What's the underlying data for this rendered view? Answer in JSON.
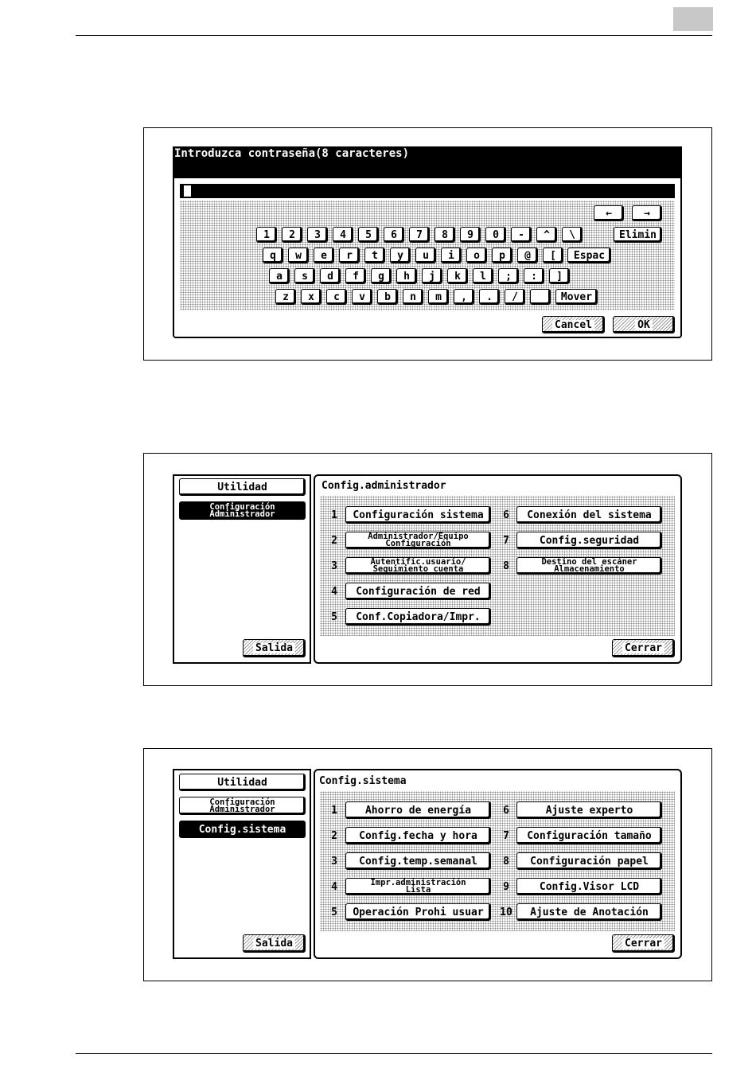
{
  "keyboard_screen": {
    "title": "Introduzca contraseña(8 caracteres)",
    "cursor_left": "←",
    "cursor_right": "→",
    "row1": [
      "1",
      "2",
      "3",
      "4",
      "5",
      "6",
      "7",
      "8",
      "9",
      "0",
      "-",
      "^",
      "\\"
    ],
    "row2": [
      "q",
      "w",
      "e",
      "r",
      "t",
      "y",
      "u",
      "i",
      "o",
      "p",
      "@",
      "["
    ],
    "row3": [
      "a",
      "s",
      "d",
      "f",
      "g",
      "h",
      "j",
      "k",
      "l",
      ";",
      ":",
      "]"
    ],
    "row4": [
      "z",
      "x",
      "c",
      "v",
      "b",
      "n",
      "m",
      ",",
      ".",
      "/",
      ""
    ],
    "delete_label": "Elimin",
    "space_label": "Espac",
    "shift_label": "Mover",
    "cancel_label": "Cancel",
    "ok_label": "OK"
  },
  "admin_screen": {
    "side_top": "Utilidad",
    "side_selected_line1": "Configuración",
    "side_selected_line2": "Administrador",
    "exit_label": "Salida",
    "title": "Config.administrador",
    "close_label": "Cerrar",
    "items": [
      {
        "num": "1",
        "line1": "Configuración sistema",
        "line2": ""
      },
      {
        "num": "2",
        "line1": "Administrador/Equipo",
        "line2": "Configuración"
      },
      {
        "num": "3",
        "line1": "Autentific.usuario/",
        "line2": "Seguimiento cuenta"
      },
      {
        "num": "4",
        "line1": "Configuración de red",
        "line2": ""
      },
      {
        "num": "5",
        "line1": "Conf.Copiadora/Impr.",
        "line2": ""
      },
      {
        "num": "6",
        "line1": "Conexión del sistema",
        "line2": ""
      },
      {
        "num": "7",
        "line1": "Config.seguridad",
        "line2": ""
      },
      {
        "num": "8",
        "line1": "Destino del escáner",
        "line2": "Almacenamiento"
      }
    ]
  },
  "system_screen": {
    "side_top": "Utilidad",
    "side_mid_line1": "Configuración",
    "side_mid_line2": "Administrador",
    "side_selected": "Config.sistema",
    "exit_label": "Salida",
    "title": "Config.sistema",
    "close_label": "Cerrar",
    "items": [
      {
        "num": "1",
        "line1": "Ahorro de energía",
        "line2": ""
      },
      {
        "num": "2",
        "line1": "Config.fecha y hora",
        "line2": ""
      },
      {
        "num": "3",
        "line1": "Config.temp.semanal",
        "line2": ""
      },
      {
        "num": "4",
        "line1": "Impr.administración",
        "line2": "Lista"
      },
      {
        "num": "5",
        "line1": "Operación Prohi usuar",
        "line2": ""
      },
      {
        "num": "6",
        "line1": "Ajuste experto",
        "line2": ""
      },
      {
        "num": "7",
        "line1": "Configuración tamaño",
        "line2": ""
      },
      {
        "num": "8",
        "line1": "Configuración papel",
        "line2": ""
      },
      {
        "num": "9",
        "line1": "Config.Visor LCD",
        "line2": ""
      },
      {
        "num": "10",
        "line1": "Ajuste de Anotación",
        "line2": ""
      }
    ]
  }
}
